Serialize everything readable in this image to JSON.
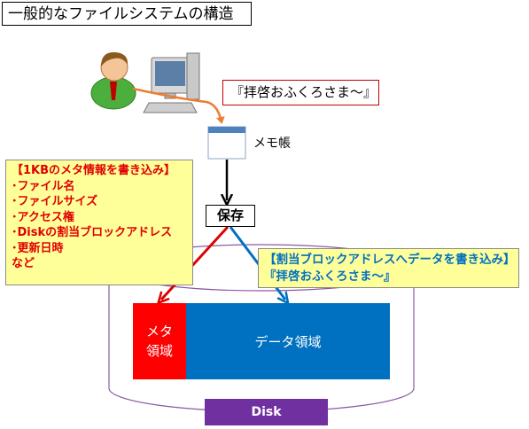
{
  "title": "一般的なファイルシステムの構造",
  "letter_text": "『拝啓おふくろさま～』",
  "notepad_label": "メモ帳",
  "save_label": "保存",
  "meta_info": {
    "heading": "【1KBのメタ情報を書き込み】",
    "items": [
      "･ファイル名",
      "･ファイルサイズ",
      "･アクセス権",
      "･Diskの割当ブロックアドレス",
      "･更新日時"
    ],
    "footer": "など"
  },
  "data_info": {
    "heading": "【割当ブロックアドレスへデータを書き込み】",
    "content": "『拝啓おふくろさま～』"
  },
  "disk": {
    "meta_region_line1": "メタ",
    "meta_region_line2": "領域",
    "data_region": "データ領域",
    "label": "Disk"
  },
  "colors": {
    "meta": "#ff0000",
    "data": "#0070c0",
    "disk": "#7030a0",
    "note_background": "#ffff99",
    "accent_arrow": "#ed7d31"
  }
}
